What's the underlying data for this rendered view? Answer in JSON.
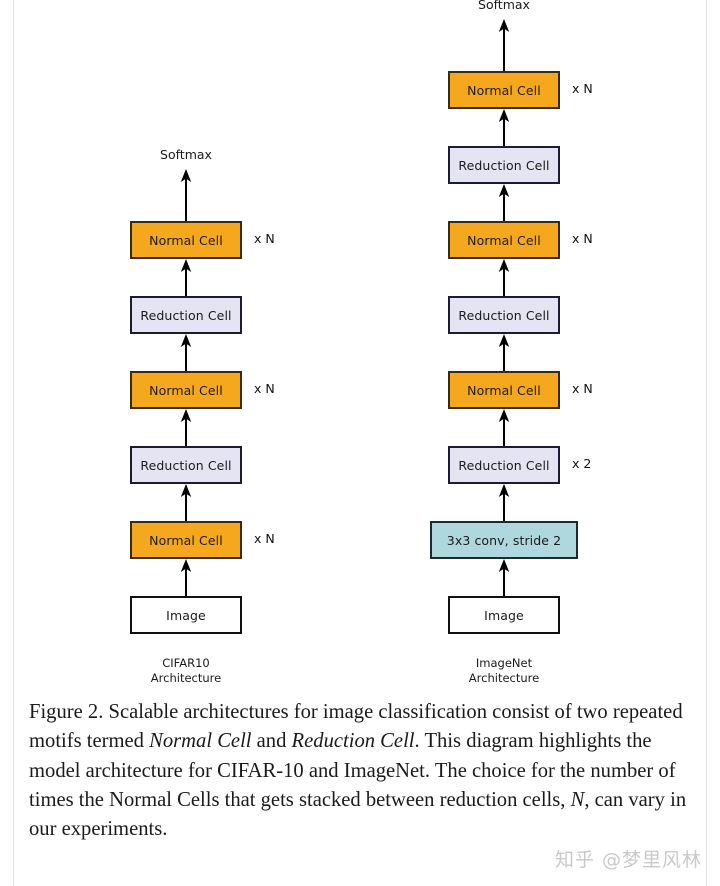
{
  "diagram": {
    "columns": [
      {
        "id": "cifar",
        "arch_label_line1": "CIFAR10",
        "arch_label_line2": "Architecture",
        "top_output_label": "Softmax",
        "nodes": [
          {
            "label": "Normal Cell",
            "kind": "normal",
            "multiplier": "x N"
          },
          {
            "label": "Reduction Cell",
            "kind": "reduction",
            "multiplier": ""
          },
          {
            "label": "Normal Cell",
            "kind": "normal",
            "multiplier": "x N"
          },
          {
            "label": "Reduction Cell",
            "kind": "reduction",
            "multiplier": ""
          },
          {
            "label": "Normal Cell",
            "kind": "normal",
            "multiplier": "x N"
          },
          {
            "label": "Image",
            "kind": "image",
            "multiplier": ""
          }
        ]
      },
      {
        "id": "imagenet",
        "arch_label_line1": "ImageNet",
        "arch_label_line2": "Architecture",
        "top_output_label": "Softmax",
        "nodes": [
          {
            "label": "Normal Cell",
            "kind": "normal",
            "multiplier": "x N"
          },
          {
            "label": "Reduction Cell",
            "kind": "reduction",
            "multiplier": ""
          },
          {
            "label": "Normal Cell",
            "kind": "normal",
            "multiplier": "x N"
          },
          {
            "label": "Reduction Cell",
            "kind": "reduction",
            "multiplier": ""
          },
          {
            "label": "Normal Cell",
            "kind": "normal",
            "multiplier": "x N"
          },
          {
            "label": "Reduction Cell",
            "kind": "reduction",
            "multiplier": "x 2"
          },
          {
            "label": "3x3 conv, stride 2",
            "kind": "conv",
            "multiplier": ""
          },
          {
            "label": "Image",
            "kind": "image",
            "multiplier": ""
          }
        ]
      }
    ],
    "colors": {
      "normal_cell": "#F5A81E",
      "reduction_cell": "#E4E4F3",
      "conv": "#AFD7DE",
      "image": "#FFFFFF",
      "border": "#151528",
      "arrow": "#000000"
    }
  },
  "caption": {
    "part1": "Figure 2. Scalable architectures for image classification consist of two repeated motifs termed ",
    "em1": "Normal Cell",
    "part2": " and ",
    "em2": "Reduction Cell",
    "part3": ". This diagram highlights the model architecture for CIFAR-10 and ImageNet. The choice for the number of times the Normal Cells that gets stacked between reduction cells, ",
    "var": "N",
    "part4": ", can vary in our experiments."
  },
  "watermark": {
    "text": "知乎 @梦里风林"
  }
}
